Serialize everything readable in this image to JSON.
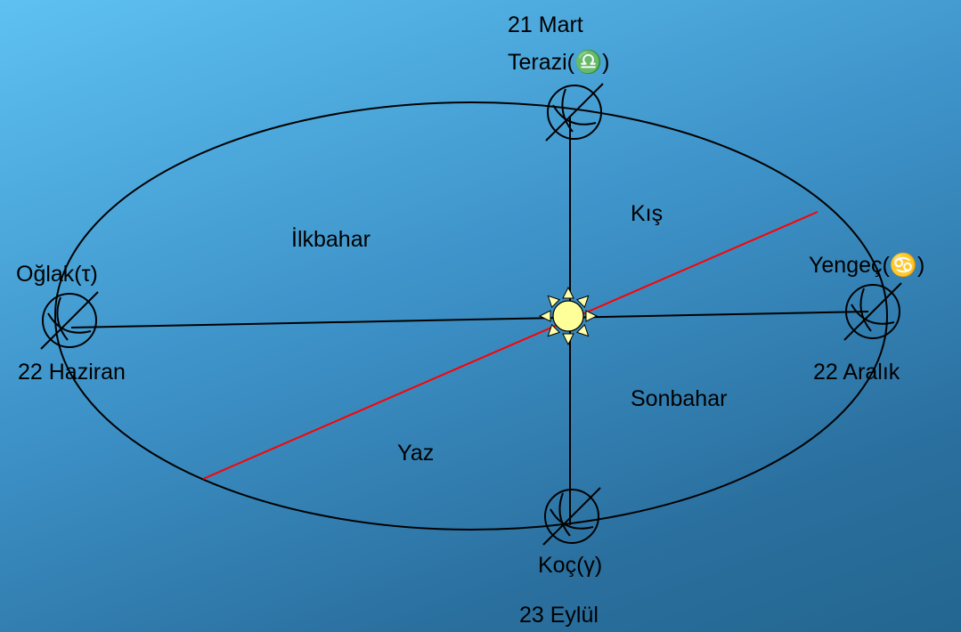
{
  "labels": {
    "top_date": "21 Mart",
    "top_sign": "Terazi(♎)",
    "left_sign": "Oğlak(τ)",
    "left_date": "22 Haziran",
    "right_sign": "Yengeç(♋)",
    "right_date": "22 Aralık",
    "bottom_sign": "Koç(γ)",
    "bottom_date": "23 Eylül",
    "season_spring": "İlkbahar",
    "season_winter": "Kış",
    "season_autumn": "Sonbahar",
    "season_summer": "Yaz"
  },
  "colors": {
    "orbit": "#000000",
    "axis_line": "#ff0000",
    "sun_fill": "#ffff99",
    "sun_rays": "#ffffaa"
  }
}
